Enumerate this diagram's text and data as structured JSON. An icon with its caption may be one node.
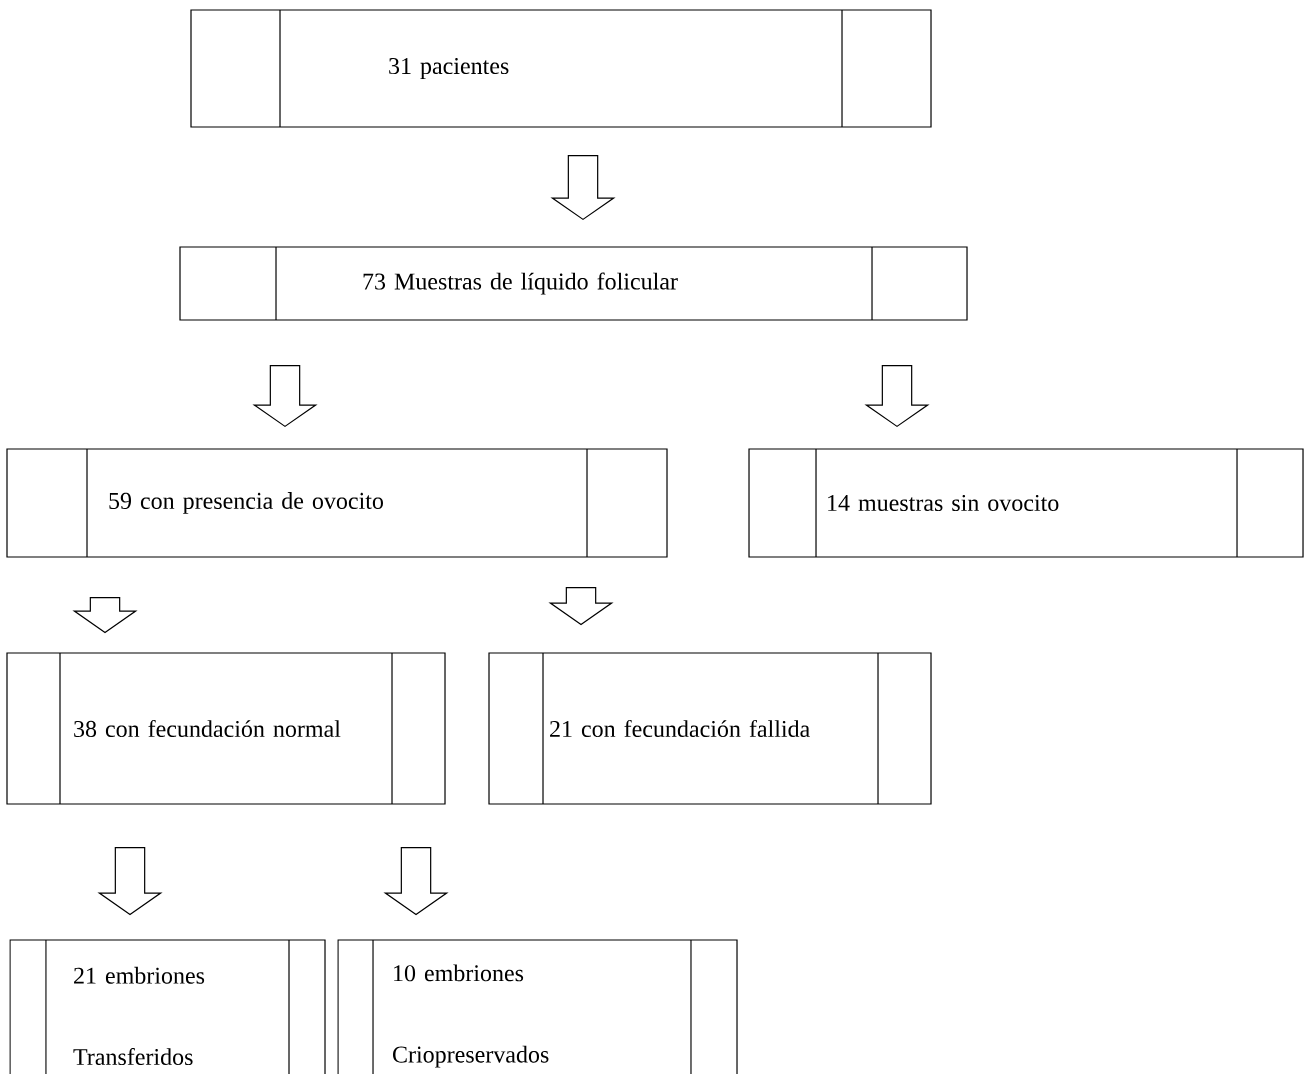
{
  "diagram": {
    "nodes": [
      {
        "text": [
          "31 pacientes"
        ]
      },
      {
        "text": [
          "73 Muestras de líquido folicular"
        ]
      },
      {
        "text": [
          "59 con presencia de ovocito"
        ]
      },
      {
        "text": [
          "14 muestras sin ovocito"
        ]
      },
      {
        "text": [
          "38 con fecundación normal"
        ]
      },
      {
        "text": [
          "21 con fecundación fallida"
        ]
      },
      {
        "text": [
          "21 embriones Transferidos"
        ]
      },
      {
        "text": [
          "10 embriones Criopreservados"
        ]
      }
    ],
    "edges": [
      {
        "from": 0,
        "to": 1,
        "arrow": "to"
      },
      {
        "from": 1,
        "to": 2,
        "arrow": "to"
      },
      {
        "from": 1,
        "to": 3,
        "arrow": "to"
      },
      {
        "from": 2,
        "to": 4,
        "arrow": "to"
      },
      {
        "from": 2,
        "to": 5,
        "arrow": "to"
      },
      {
        "from": 4,
        "to": 6,
        "arrow": "to"
      },
      {
        "from": 4,
        "to": 7,
        "arrow": "to"
      }
    ]
  }
}
